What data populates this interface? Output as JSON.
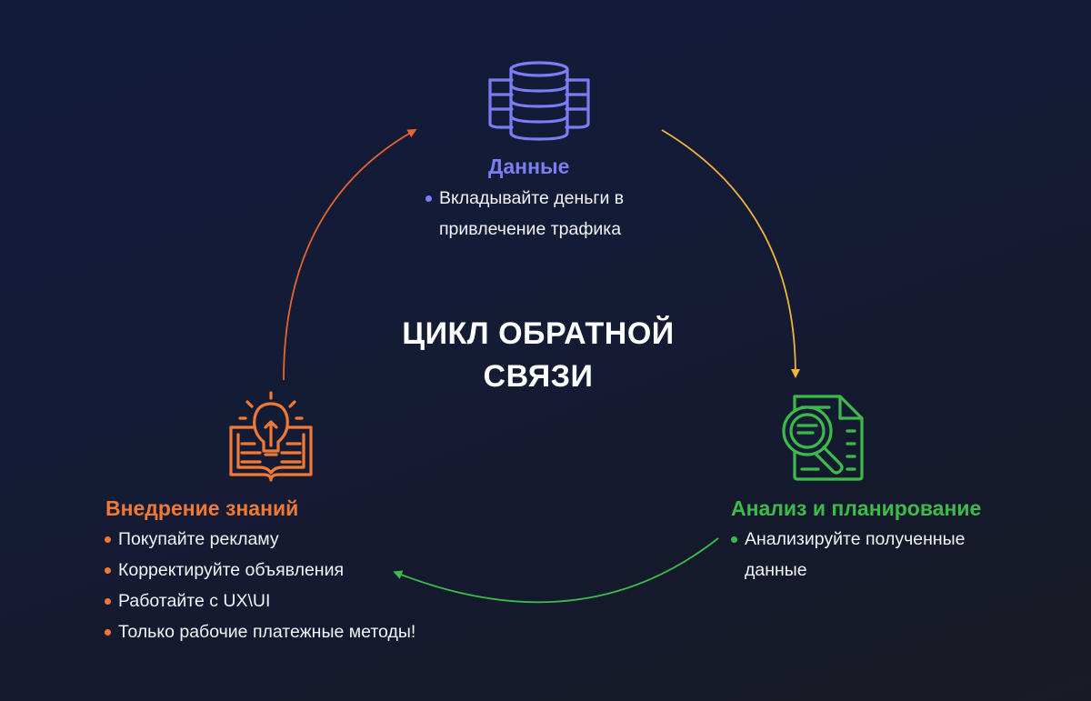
{
  "center_title": {
    "line1": "ЦИКЛ ОБРАТНОЙ",
    "line2": "СВЯЗИ"
  },
  "colors": {
    "data": "#7b7ef2",
    "analysis": "#3dbb4a",
    "knowledge": "#f07a35",
    "arrow_right": "#f2b33a",
    "arrow_bottom": "#3dbb4a",
    "arrow_left": "#e8652f"
  },
  "nodes": {
    "data": {
      "icon": "database-icon",
      "title": "Данные",
      "bullets": [
        {
          "line1": "Вкладывайте деньги в",
          "line2": "привлечение трафика"
        }
      ]
    },
    "analysis": {
      "icon": "document-search-icon",
      "title": "Анализ и планирование",
      "bullets": [
        {
          "line1": "Анализируйте полученные",
          "line2": "данные"
        }
      ]
    },
    "knowledge": {
      "icon": "lightbulb-book-icon",
      "title": "Внедрение знаний",
      "bullets": [
        "Покупайте рекламу",
        "Корректируйте объявления",
        "Работайте с UX\\UI",
        "Только рабочие платежные методы!"
      ]
    }
  }
}
